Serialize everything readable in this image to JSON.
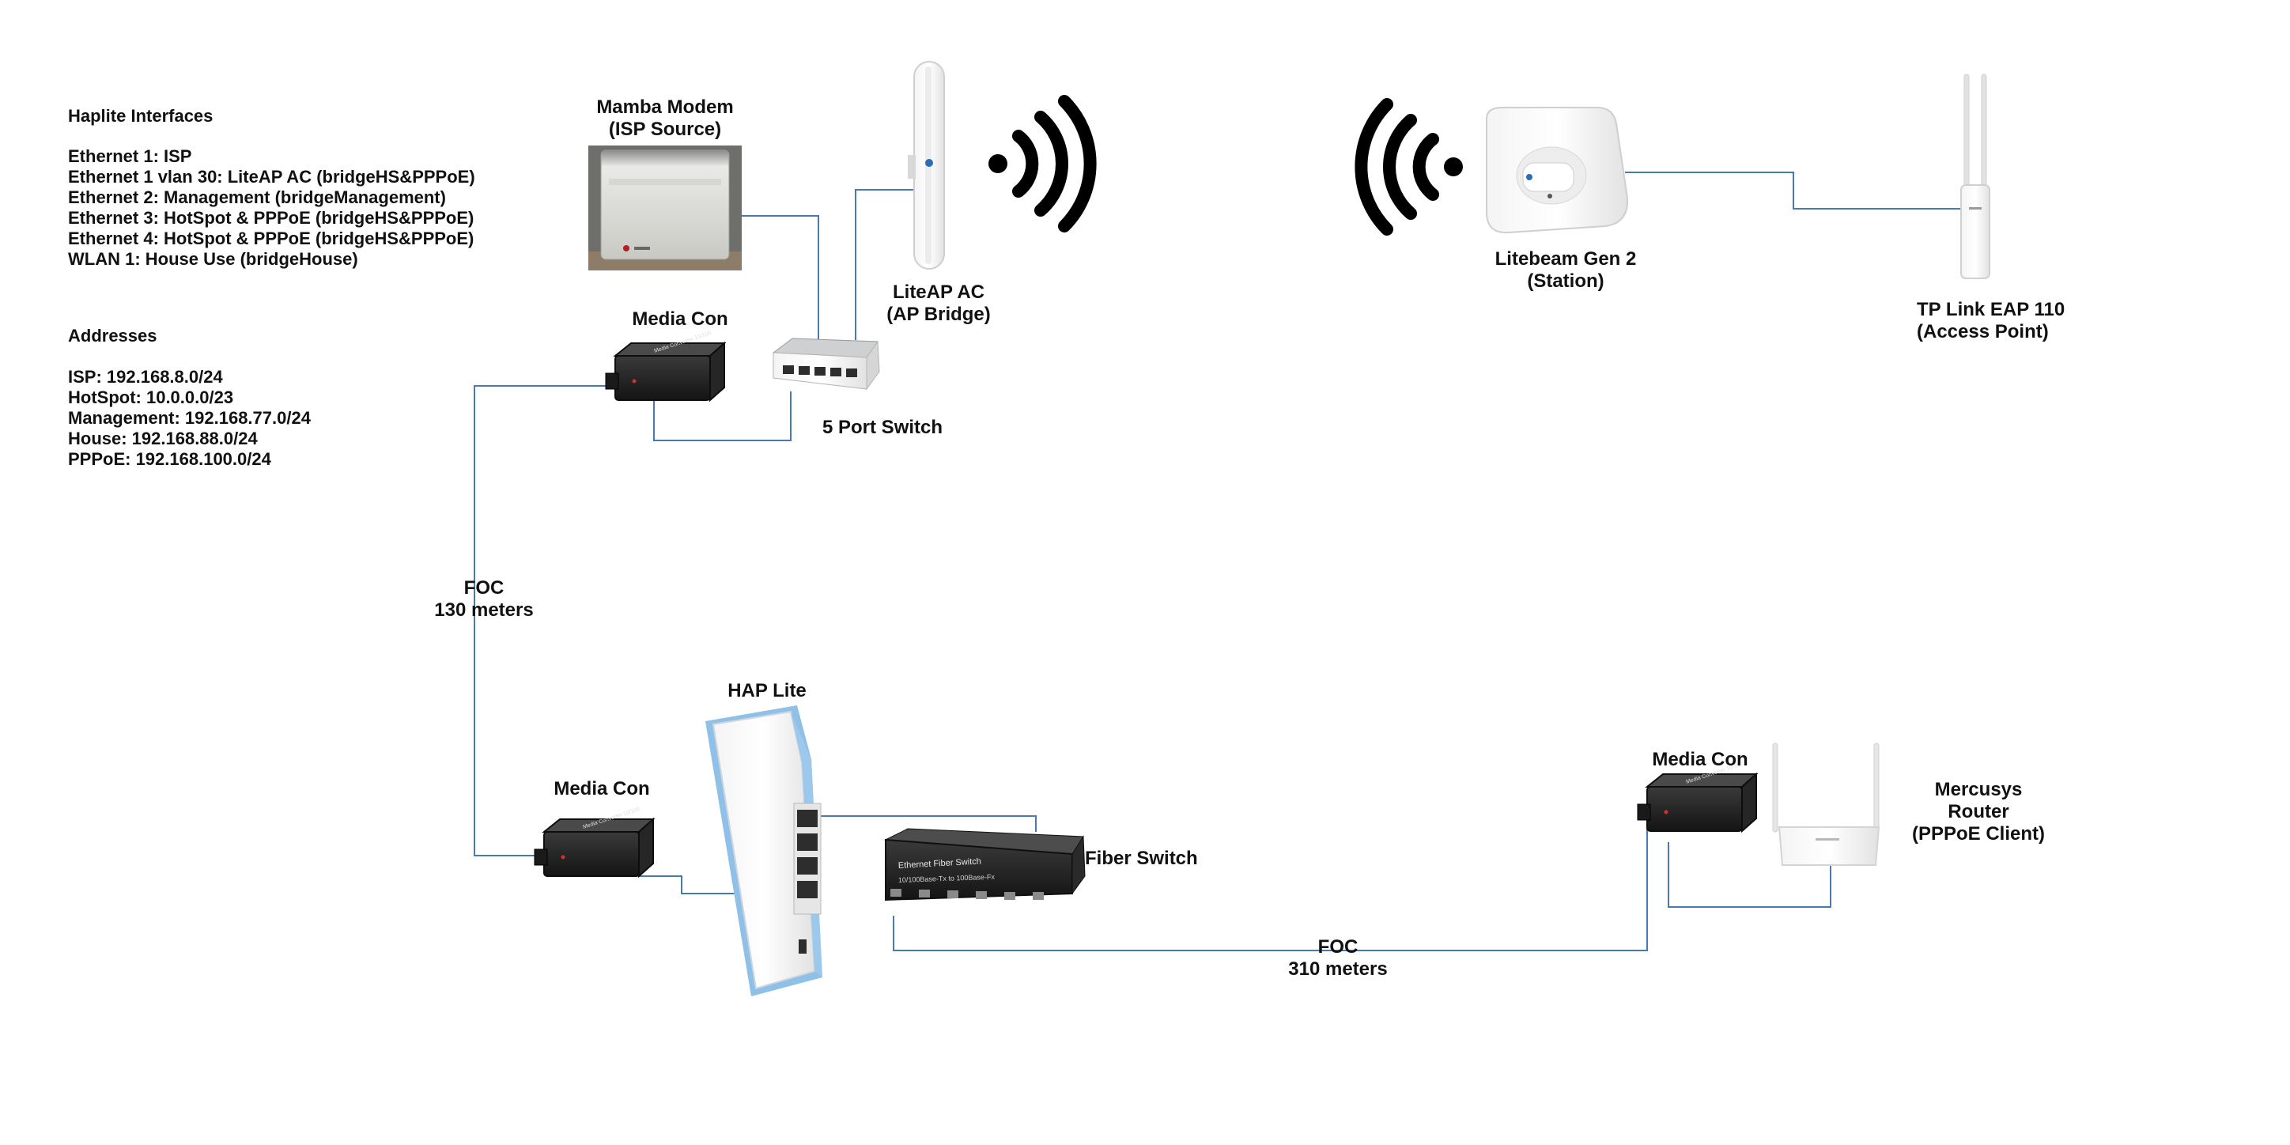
{
  "legend": {
    "interfaces_heading": "Haplite Interfaces",
    "interfaces": [
      "Ethernet 1: ISP",
      "Ethernet 1 vlan 30: LiteAP AC (bridgeHS&PPPoE)",
      "Ethernet 2: Management (bridgeManagement)",
      "Ethernet 3: HotSpot & PPPoE (bridgeHS&PPPoE)",
      "Ethernet 4: HotSpot & PPPoE (bridgeHS&PPPoE)",
      "WLAN 1: House Use (bridgeHouse)"
    ],
    "addresses_heading": "Addresses",
    "addresses": [
      "ISP: 192.168.8.0/24",
      "HotSpot: 10.0.0.0/23",
      "Management: 192.168.77.0/24",
      "House: 192.168.88.0/24",
      "PPPoE: 192.168.100.0/24"
    ]
  },
  "devices": {
    "mamba_modem": {
      "line1": "Mamba Modem",
      "line2": "(ISP Source)"
    },
    "liteap": {
      "line1": "LiteAP AC",
      "line2": "(AP Bridge)"
    },
    "litebeam": {
      "line1": "Litebeam Gen 2",
      "line2": "(Station)"
    },
    "tplink": {
      "line1": "TP Link EAP 110",
      "line2": "(Access Point)"
    },
    "media_con_top": {
      "line1": "Media Con"
    },
    "switch5": {
      "line1": "5 Port Switch"
    },
    "hap_lite": {
      "line1": "HAP Lite"
    },
    "media_con_left": {
      "line1": "Media Con"
    },
    "fiber_switch": {
      "line1": "Fiber Switch",
      "front_label": "Ethernet Fiber Switch",
      "front_sub": "10/100Base-Tx to 100Base-Fx"
    },
    "media_con_right": {
      "line1": "Media Con"
    },
    "mercusys": {
      "line1": "Mercusys",
      "line2": "Router",
      "line3": "(PPPoE Client)"
    }
  },
  "links": {
    "foc_vertical": {
      "line1": "FOC",
      "line2": "130 meters"
    },
    "foc_horizontal": {
      "line1": "FOC",
      "line2": "310 meters"
    }
  },
  "colors": {
    "cable": "#4a78b0",
    "text": "#111111",
    "hap_accent": "#8fc0e8"
  }
}
